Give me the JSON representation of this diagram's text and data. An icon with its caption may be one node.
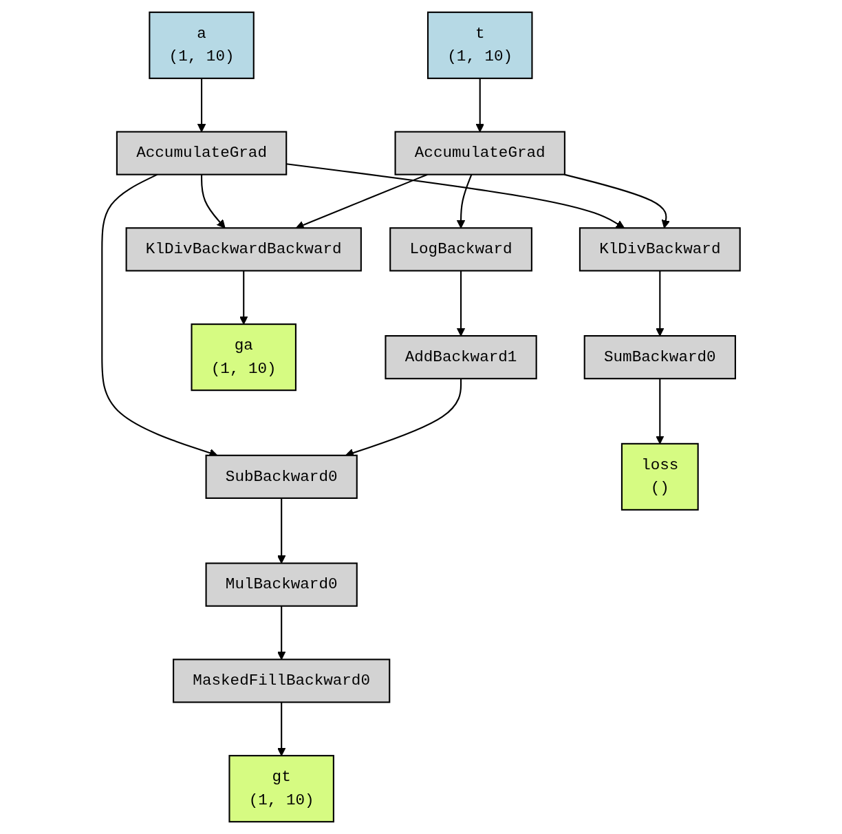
{
  "diagram": {
    "nodes": [
      {
        "text": [
          "a",
          "(1, 10)"
        ]
      },
      {
        "text": [
          "t",
          "(1, 10)"
        ]
      },
      {
        "text": [
          "AccumulateGrad"
        ]
      },
      {
        "text": [
          "AccumulateGrad"
        ]
      },
      {
        "text": [
          "KlDivBackward"
        ]
      },
      {
        "text": [
          "KlDivBackwardBackward"
        ]
      },
      {
        "text": [
          "LogBackward"
        ]
      },
      {
        "text": [
          "SumBackward0"
        ]
      },
      {
        "text": [
          "ga",
          "(1, 10)"
        ]
      },
      {
        "text": [
          "AddBackward1"
        ]
      },
      {
        "text": [
          "SubBackward0"
        ]
      },
      {
        "text": [
          "loss",
          "()"
        ]
      },
      {
        "text": [
          "MulBackward0"
        ]
      },
      {
        "text": [
          "MaskedFillBackward0"
        ]
      },
      {
        "text": [
          "gt",
          "(1, 10)"
        ]
      }
    ],
    "edges": [
      {
        "from": 0,
        "to": 2,
        "arrow": "to"
      },
      {
        "from": 1,
        "to": 3,
        "arrow": "to"
      },
      {
        "from": 2,
        "to": 4,
        "arrow": "to"
      },
      {
        "from": 3,
        "to": 4,
        "arrow": "to"
      },
      {
        "from": 2,
        "to": 5,
        "arrow": "to"
      },
      {
        "from": 3,
        "to": 5,
        "arrow": "to"
      },
      {
        "from": 3,
        "to": 6,
        "arrow": "to"
      },
      {
        "from": 4,
        "to": 7,
        "arrow": "to"
      },
      {
        "from": 5,
        "to": 8,
        "arrow": "to"
      },
      {
        "from": 6,
        "to": 9,
        "arrow": "to"
      },
      {
        "from": 7,
        "to": 11,
        "arrow": "to"
      },
      {
        "from": 2,
        "to": 10,
        "arrow": "to"
      },
      {
        "from": 9,
        "to": 10,
        "arrow": "to"
      },
      {
        "from": 10,
        "to": 12,
        "arrow": "to"
      },
      {
        "from": 12,
        "to": 13,
        "arrow": "to"
      },
      {
        "from": 13,
        "to": 14,
        "arrow": "to"
      }
    ]
  }
}
